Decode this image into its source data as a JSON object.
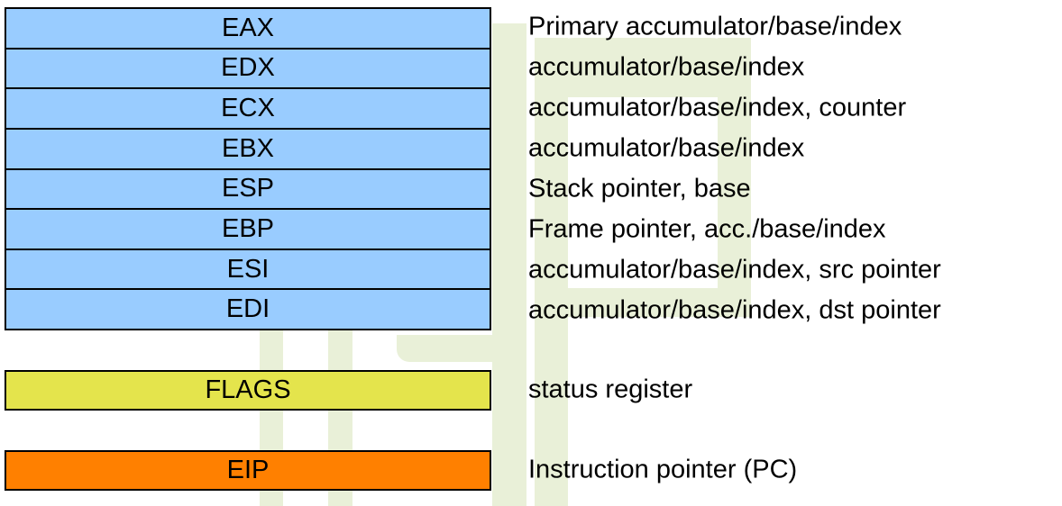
{
  "registers": {
    "general": [
      {
        "name": "EAX",
        "description": "Primary accumulator/base/index"
      },
      {
        "name": "EDX",
        "description": "accumulator/base/index"
      },
      {
        "name": "ECX",
        "description": "accumulator/base/index, counter"
      },
      {
        "name": "EBX",
        "description": "accumulator/base/index"
      },
      {
        "name": "ESP",
        "description": "Stack pointer, base"
      },
      {
        "name": "EBP",
        "description": "Frame pointer, acc./base/index"
      },
      {
        "name": "ESI",
        "description": "accumulator/base/index, src pointer"
      },
      {
        "name": "EDI",
        "description": "accumulator/base/index, dst pointer"
      }
    ],
    "flags": {
      "name": "FLAGS",
      "description": "status register"
    },
    "eip": {
      "name": "EIP",
      "description": "Instruction pointer (PC)"
    }
  },
  "colors": {
    "register_fill": "#99CCFF",
    "flags_fill": "#E4E44C",
    "eip_fill": "#FF8000",
    "border": "#000000",
    "watermark": "#E9F0D8"
  }
}
